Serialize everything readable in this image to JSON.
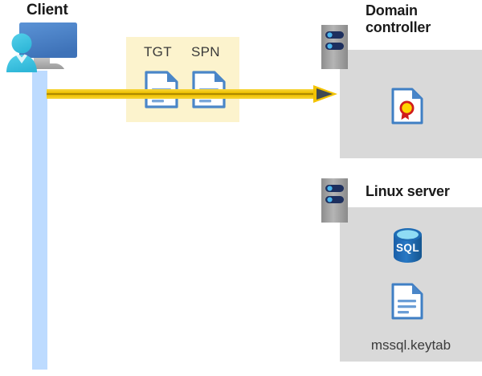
{
  "diagram": {
    "title_client": "Client",
    "title_domain_controller": "Domain\ncontroller",
    "title_linux_server": "Linux server",
    "message_box": {
      "label_tgt": "TGT",
      "label_spn": "SPN"
    },
    "domain_controller": {
      "content_icon": "certificate-icon"
    },
    "linux_server": {
      "database_icon_label": "SQL",
      "keytab_file_label": "mssql.keytab"
    },
    "icons": {
      "client": "client-user-computer-icon",
      "server": "server-rack-icon",
      "document": "document-icon",
      "certificate": "certificate-document-icon",
      "database": "sql-database-icon",
      "arrow": "arrow-right-icon",
      "lifeline": "lifeline-bar"
    },
    "colors": {
      "lifeline": "#bddbff",
      "message_box": "#fcf3cd",
      "panel": "#d9d9d9",
      "arrow": "#f3c300",
      "arrow_head": "#3f4a54",
      "document_blue": "#4a86c8",
      "database_blue": "#1f6cb4",
      "server_gray": "#9d9d9d",
      "server_pill": "#1d2f5e",
      "seal_yellow": "#ffd400",
      "seal_red": "#d01c1c",
      "title_text": "#1a1a1a",
      "body_text": "#3b3b3b"
    }
  }
}
